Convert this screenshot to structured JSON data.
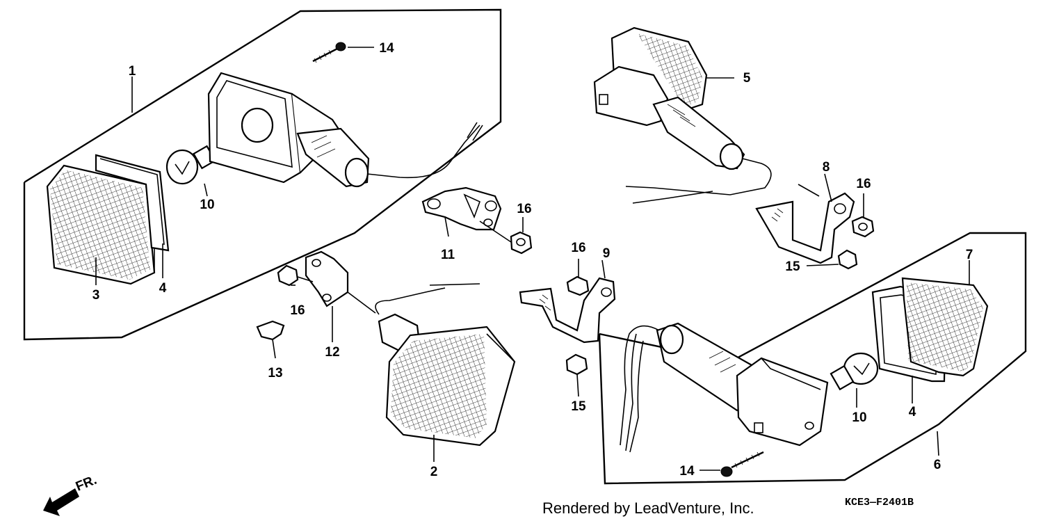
{
  "callouts": {
    "c1": "1",
    "c2": "2",
    "c3": "3",
    "c4a": "4",
    "c4b": "4",
    "c5": "5",
    "c6": "6",
    "c7": "7",
    "c8": "8",
    "c9": "9",
    "c10a": "10",
    "c10b": "10",
    "c11": "11",
    "c12": "12",
    "c13": "13",
    "c14a": "14",
    "c14b": "14",
    "c15a": "15",
    "c15b": "15",
    "c16a": "16",
    "c16b": "16",
    "c16c": "16",
    "c16d": "16"
  },
  "direction": {
    "label": "FR."
  },
  "footer": {
    "credit": "Rendered by LeadVenture, Inc.",
    "code": "KCE3—F2401B"
  }
}
